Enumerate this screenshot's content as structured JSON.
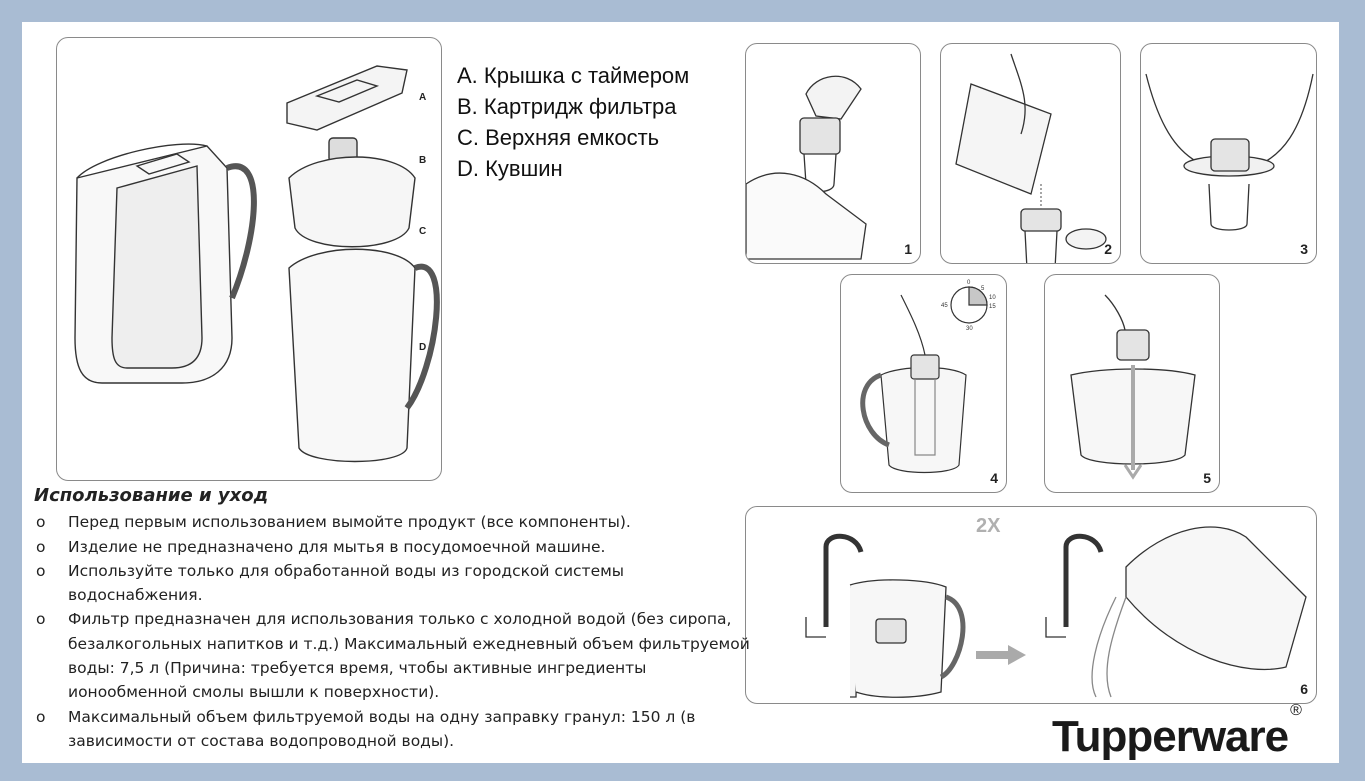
{
  "legend": {
    "a": "A. Крышка с таймером",
    "b": "B. Картридж фильтра",
    "c": "C. Верхняя емкость",
    "d": "D. Кувшин"
  },
  "diagram_labels": {
    "a": "A",
    "b": "B",
    "c": "C",
    "d": "D"
  },
  "timer_labels": {
    "t0": "0",
    "t5": "5",
    "t10": "10",
    "t15": "15",
    "t30": "30",
    "t45": "45"
  },
  "steps": [
    "1",
    "2",
    "3",
    "4",
    "5",
    "6"
  ],
  "step6_repeat": "2X",
  "care": {
    "title": "Использование и уход",
    "bullet": "o",
    "items": [
      "Перед первым использованием вымойте продукт (все компоненты).",
      "Изделие не предназначено для мытья в посудомоечной машине.",
      "Используйте только для обработанной воды из городской системы водоснабжения.",
      "Фильтр предназначен для использования только с холодной водой (без сиропа, безалкогольных напитков и т.д.) Максимальный ежедневный объем фильтруемой воды: 7,5 л (Причина: требуется время, чтобы активные ингредиенты ионообменной смолы вышли к поверхности).",
      "Максимальный объем фильтруемой воды на одну заправку гранул: 150 л (в зависимости от состава водопроводной воды)."
    ]
  },
  "logo": {
    "text": "Tupperware",
    "mark": "®"
  }
}
